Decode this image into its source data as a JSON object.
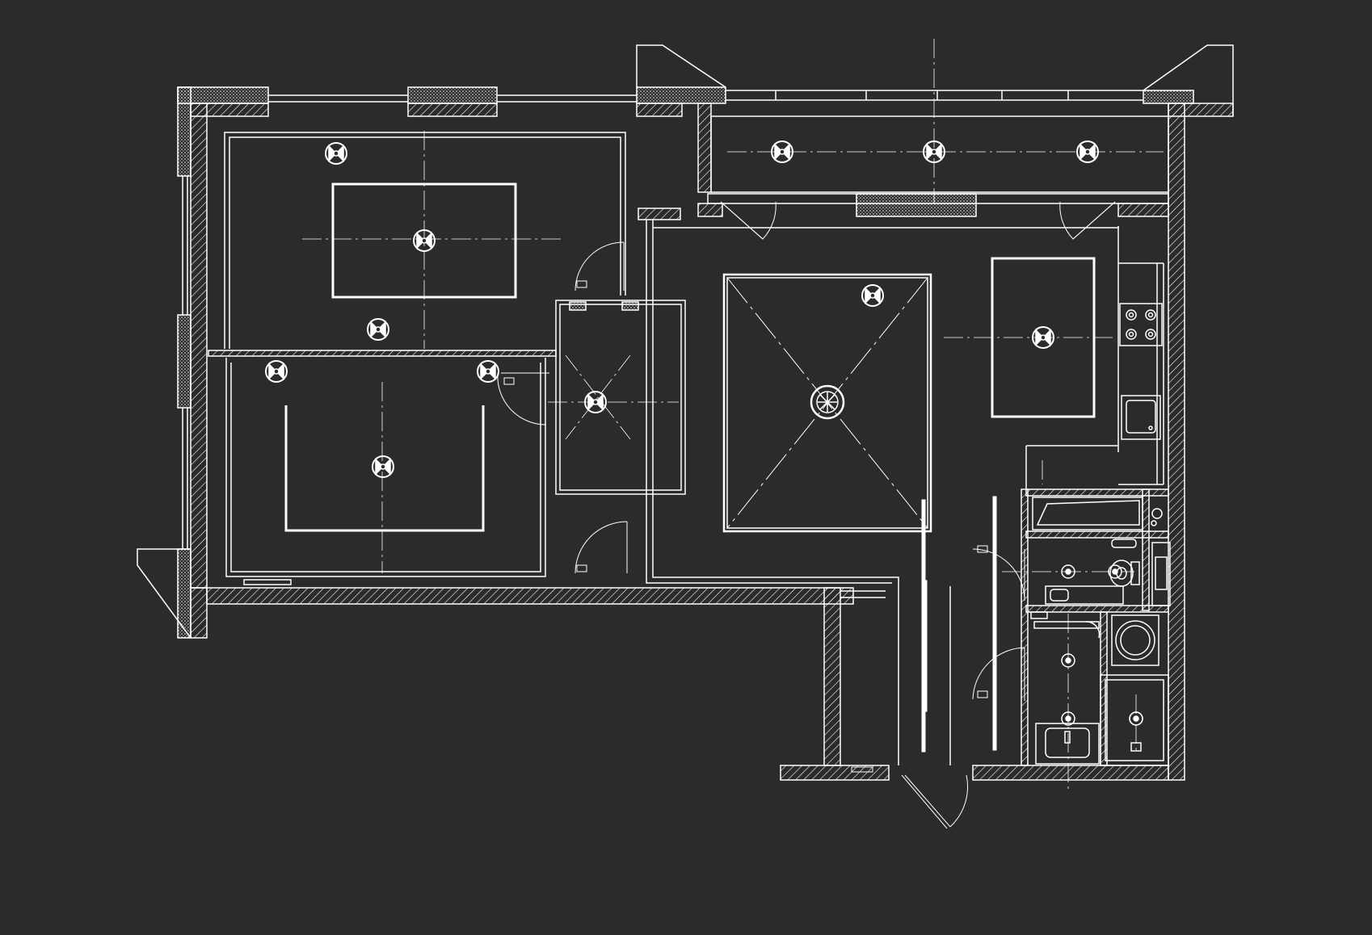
{
  "drawing": {
    "type": "reflected ceiling plan",
    "background_color": "#2b2b2b",
    "line_color": "#ffffff",
    "text_labels": []
  },
  "rooms": [
    {
      "id": "bedroom-1",
      "light_fixtures": 3
    },
    {
      "id": "bedroom-2",
      "light_fixtures": 3
    },
    {
      "id": "hall",
      "light_fixtures": 1
    },
    {
      "id": "living-kitchen",
      "light_fixtures": 3
    },
    {
      "id": "loggia",
      "light_fixtures": 3
    },
    {
      "id": "wc",
      "light_fixtures": 1
    },
    {
      "id": "bathroom",
      "light_fixtures": 2
    }
  ],
  "icons": {
    "ceiling_light": "ceiling-light-icon",
    "chandelier": "chandelier-icon",
    "stove": "stove-icon",
    "sink": "sink-icon",
    "toilet": "toilet-icon",
    "washing_machine": "washing-machine-icon",
    "door_swing": "door-swing-icon"
  }
}
